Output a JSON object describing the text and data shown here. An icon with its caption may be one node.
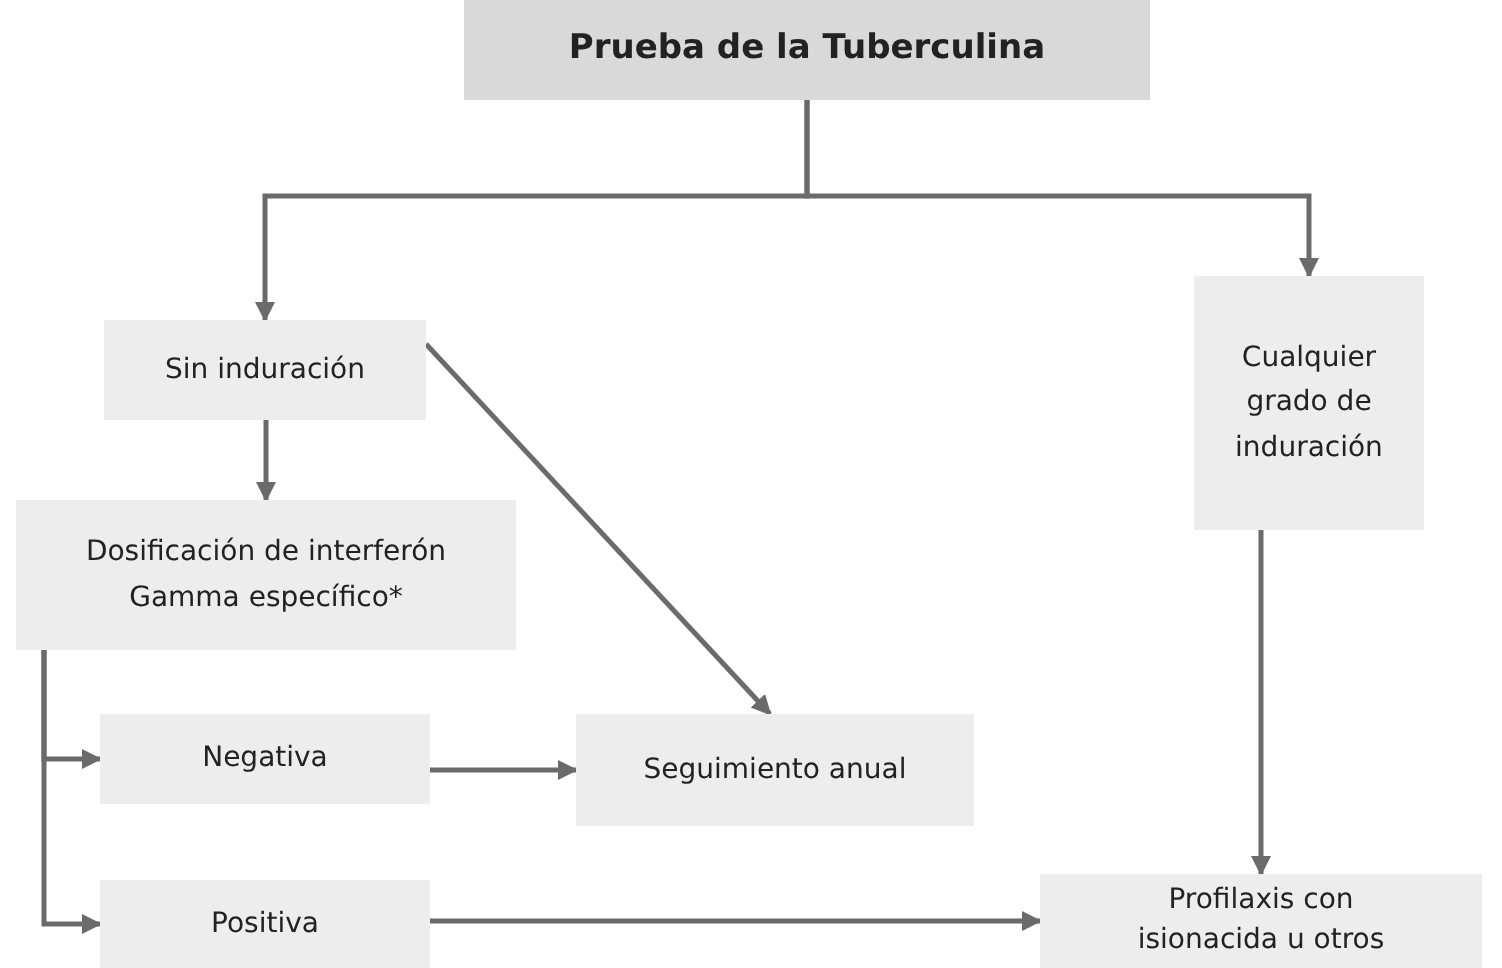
{
  "diagram": {
    "nodes": [
      {
        "text": [
          "Prueba de la Tuberculina"
        ]
      },
      {
        "text": [
          "Sin induración"
        ]
      },
      {
        "text": [
          "Cualquier grado de induración"
        ]
      },
      {
        "text": [
          "Dosificación de interferón Gamma específico*"
        ]
      },
      {
        "text": [
          "Negativa"
        ]
      },
      {
        "text": [
          "Seguimiento anual"
        ]
      },
      {
        "text": [
          "Positiva"
        ]
      },
      {
        "text": [
          "Profilaxis con isionacida u otros"
        ]
      }
    ],
    "edges": [
      {
        "from": 0,
        "to": 1,
        "arrow": "to"
      },
      {
        "from": 0,
        "to": 2,
        "arrow": "to"
      },
      {
        "from": 1,
        "to": 3,
        "arrow": "to"
      },
      {
        "from": 1,
        "to": 5,
        "arrow": "to"
      },
      {
        "from": 3,
        "to": 4,
        "arrow": "to"
      },
      {
        "from": 3,
        "to": 6,
        "arrow": "to"
      },
      {
        "from": 4,
        "to": 5,
        "arrow": "to"
      },
      {
        "from": 6,
        "to": 7,
        "arrow": "to"
      },
      {
        "from": 2,
        "to": 7,
        "arrow": "to"
      }
    ]
  }
}
